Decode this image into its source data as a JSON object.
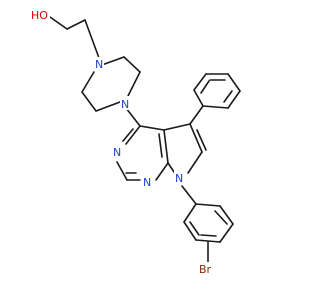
{
  "structure": {
    "atom_labels": {
      "hydroxyl": "HO",
      "piperazine_n_top": "N",
      "piperazine_n_bottom": "N",
      "pyrimidine_n_left": "N",
      "pyrimidine_n_bottom": "N",
      "pyrrole_n": "N",
      "bromine": "Br"
    },
    "colors": {
      "bond": "#1a1a1a",
      "nitrogen": "#1f3fd6",
      "oxygen": "#d60000",
      "bromine": "#8a2b0a"
    }
  }
}
